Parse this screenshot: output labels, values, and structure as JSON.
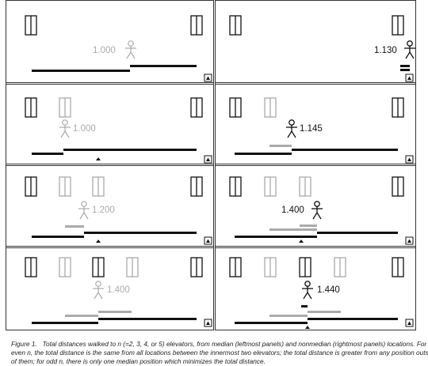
{
  "panels": [
    {
      "col": "left",
      "row": 0,
      "value": "1.000",
      "active": false
    },
    {
      "col": "right",
      "row": 0,
      "value": "1.130",
      "active": true
    },
    {
      "col": "left",
      "row": 1,
      "value": "1.000",
      "active": false
    },
    {
      "col": "right",
      "row": 1,
      "value": "1.145",
      "active": true
    },
    {
      "col": "left",
      "row": 2,
      "value": "1.200",
      "active": false
    },
    {
      "col": "right",
      "row": 2,
      "value": "1.400",
      "active": true
    },
    {
      "col": "left",
      "row": 3,
      "value": "1.400",
      "active": false
    },
    {
      "col": "right",
      "row": 3,
      "value": "1.440",
      "active": true
    }
  ],
  "caption": {
    "label": "Figure 1.",
    "line1": "Total distances walked to n (=2, 3, 4, or 5) elevators, from median (leftmost panels) and nonmedian (rightmost panels) locations. For",
    "line2": "even n, the total distance is the same from all locations between the innermost two elevators; the total distance is greater from any position outside",
    "line3": "of them; for odd n, there is only one median position which minimizes the total distance."
  },
  "colors": {
    "dark": "#111111",
    "light": "#aaaaaa",
    "frame": "#333333"
  },
  "icons": {
    "resize": "size-box-icon"
  }
}
